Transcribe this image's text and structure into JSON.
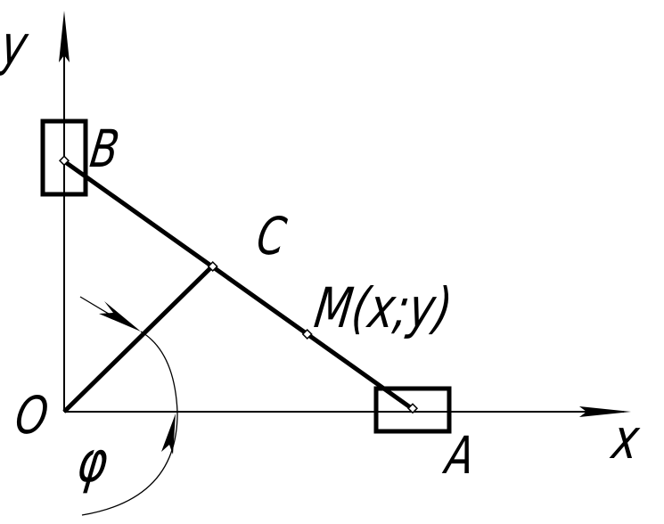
{
  "labels": {
    "y_axis": "y",
    "x_axis": "x",
    "point_b": "B",
    "point_c": "C",
    "point_m": "M(x;y)",
    "point_o": "O",
    "point_a": "A",
    "angle": "φ"
  },
  "colors": {
    "stroke": "#000000",
    "background": "#ffffff"
  }
}
